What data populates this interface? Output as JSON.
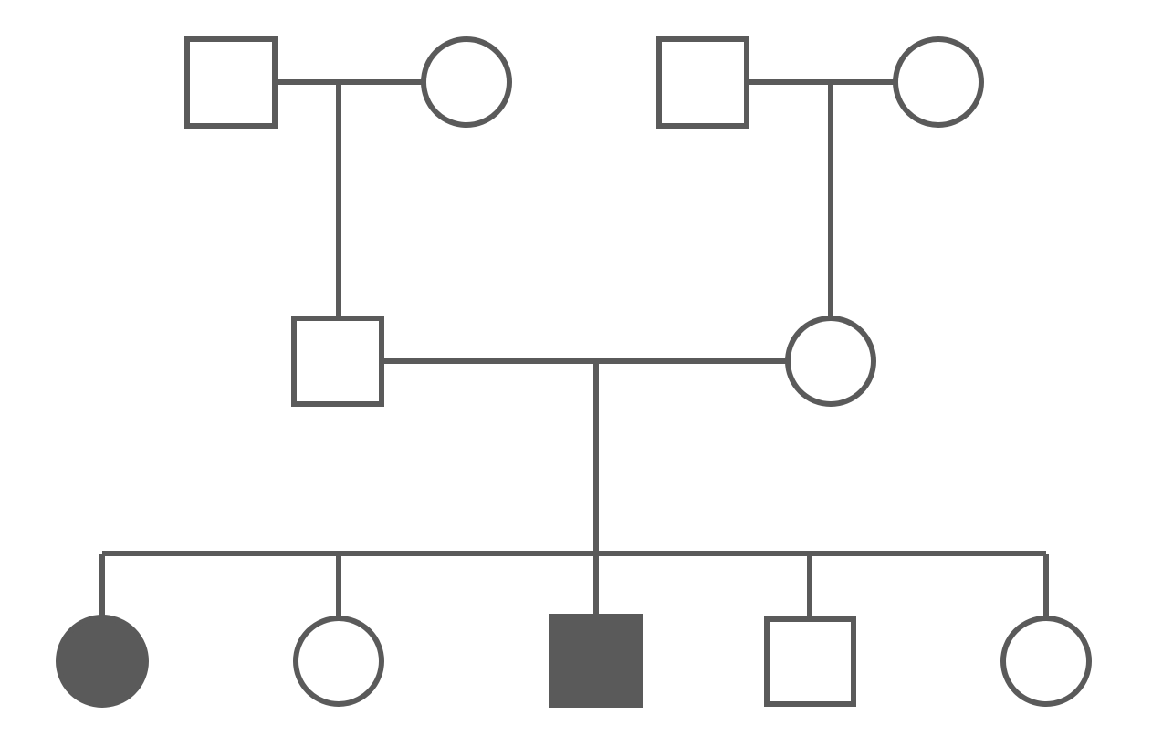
{
  "diagram": {
    "type": "pedigree",
    "colors": {
      "stroke": "#5a5a5a",
      "affected_fill": "#5a5a5a",
      "unaffected_fill": "#ffffff",
      "background": "#ffffff"
    },
    "generations": [
      {
        "generation": 1,
        "individuals": [
          {
            "id": "paternal-grandfather",
            "sex": "male",
            "affected": false
          },
          {
            "id": "paternal-grandmother",
            "sex": "female",
            "affected": false
          },
          {
            "id": "maternal-grandfather",
            "sex": "male",
            "affected": false
          },
          {
            "id": "maternal-grandmother",
            "sex": "female",
            "affected": false
          }
        ]
      },
      {
        "generation": 2,
        "individuals": [
          {
            "id": "father",
            "sex": "male",
            "affected": false
          },
          {
            "id": "mother",
            "sex": "female",
            "affected": false
          }
        ]
      },
      {
        "generation": 3,
        "individuals": [
          {
            "id": "child-1",
            "sex": "female",
            "affected": true
          },
          {
            "id": "child-2",
            "sex": "female",
            "affected": false
          },
          {
            "id": "child-3",
            "sex": "male",
            "affected": true
          },
          {
            "id": "child-4",
            "sex": "male",
            "affected": false
          },
          {
            "id": "child-5",
            "sex": "female",
            "affected": false
          }
        ]
      }
    ],
    "unions": [
      {
        "partners": [
          "paternal-grandfather",
          "paternal-grandmother"
        ],
        "children": [
          "father"
        ]
      },
      {
        "partners": [
          "maternal-grandfather",
          "maternal-grandmother"
        ],
        "children": [
          "mother"
        ]
      },
      {
        "partners": [
          "father",
          "mother"
        ],
        "children": [
          "child-1",
          "child-2",
          "child-3",
          "child-4",
          "child-5"
        ]
      }
    ]
  }
}
